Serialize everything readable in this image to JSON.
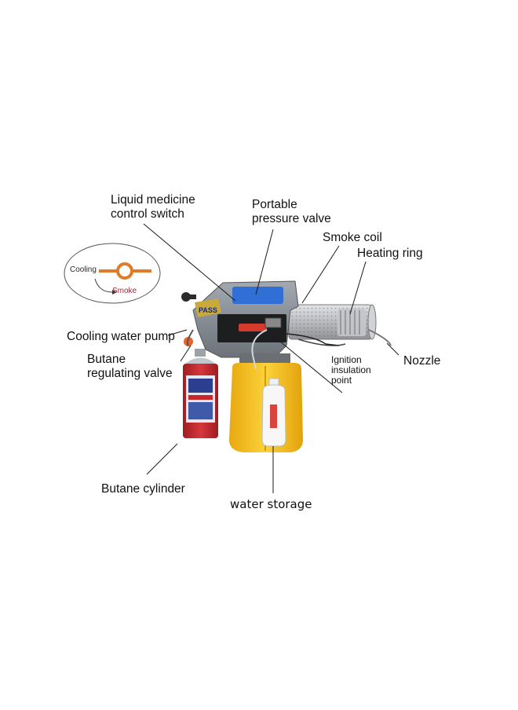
{
  "labels": {
    "liquid_medicine_line1": "Liquid medicine",
    "liquid_medicine_line2": "control switch",
    "portable_line1": "Portable",
    "portable_line2": "pressure valve",
    "smoke_coil": "Smoke coil",
    "heating_ring": "Heating ring",
    "cooling_water_pump": "Cooling water pump",
    "butane_valve_line1": "Butane",
    "butane_valve_line2": "regulating valve",
    "ignition_line1": "Ignition",
    "ignition_line2": "insulation",
    "ignition_line3": "point",
    "nozzle": "Nozzle",
    "butane_cylinder": "Butane cylinder",
    "water_storage": "water storage"
  },
  "inset": {
    "cooling": "Cooling",
    "smoke": "Smoke"
  },
  "device": {
    "badge": "PASS"
  },
  "colors": {
    "body_gray": "#8c9299",
    "tank_yellow": "#f3c21c",
    "can_red": "#c8262b",
    "can_blue": "#2a3f8f",
    "inset_orange": "#e07b2a",
    "inset_smoke": "#9b2a3a",
    "valve_orange": "#e8622a",
    "leader_line": "#1a1a1a"
  }
}
